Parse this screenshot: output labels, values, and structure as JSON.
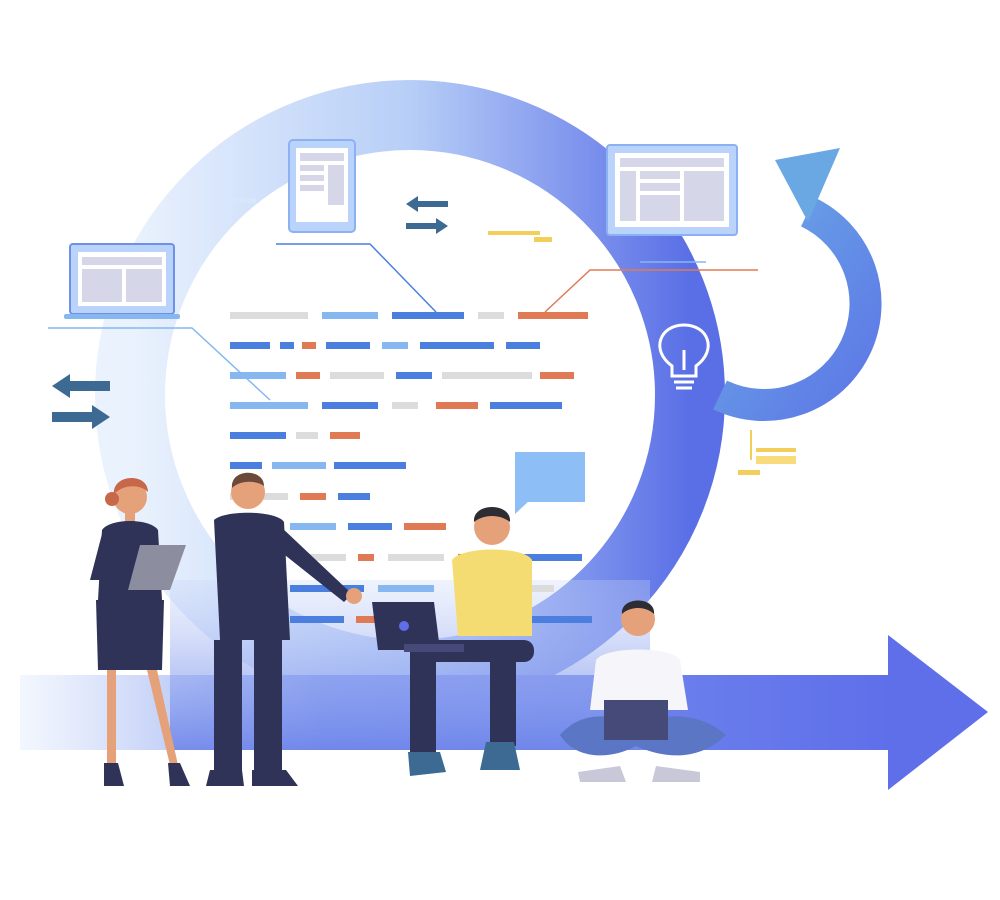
{
  "colors": {
    "background": "#ffffff",
    "ring_light": "#dbe8fb",
    "ring_mid": "#a9c4f6",
    "ring_dark": "#5d74e8",
    "arrow_blue": "#6070ec",
    "curved_arrow": "#6aa8e3",
    "screen_frame": "#b9d3fb",
    "screen_panel": "#d5d7e8",
    "code_grey": "#dcdcdc",
    "code_blue": "#4a7fe0",
    "code_light_blue": "#86b7f0",
    "code_orange": "#e07a55",
    "swap_arrow": "#3d6a93",
    "bubble": "#8ebef6",
    "bulb": "#ffffff",
    "yellow_note": "#f2cf5a",
    "navy_suit": "#2f3358",
    "yellow_shirt": "#f4dc73",
    "skin": "#e5a17a",
    "hair_dark": "#2d2d33",
    "hair_red": "#c8684a",
    "jeans": "#5a76c4",
    "laptop": "#454a78"
  },
  "icons": [
    "circular-flow-arrow",
    "curved-return-arrow",
    "right-arrow",
    "swap-arrows-icon",
    "lightbulb-icon",
    "speech-bubble-icon",
    "laptop-icon",
    "monitor-icon",
    "tablet-icon"
  ]
}
